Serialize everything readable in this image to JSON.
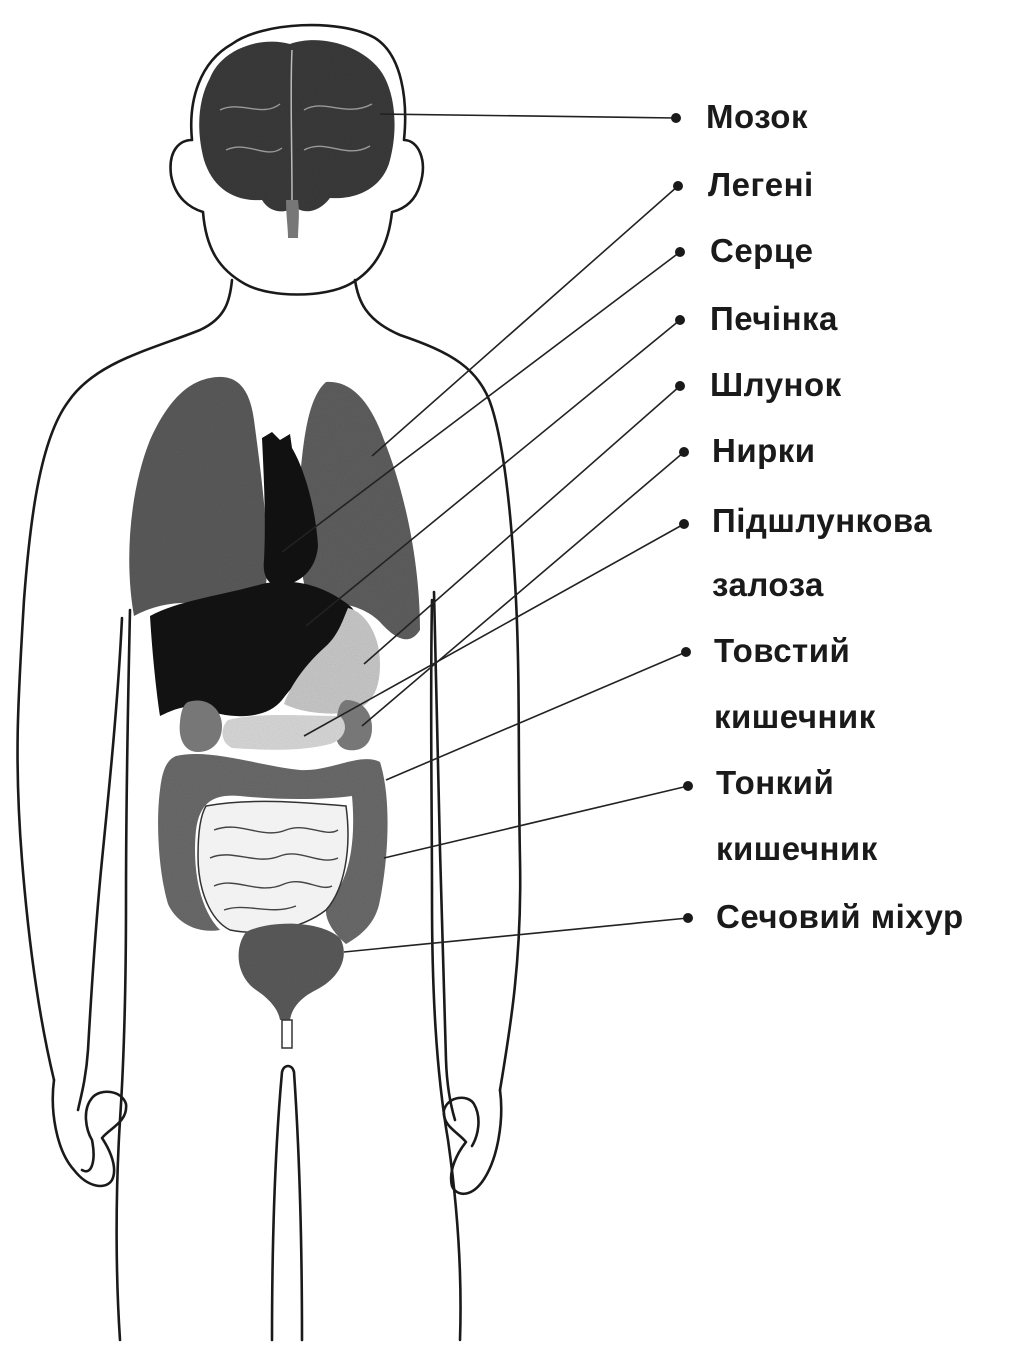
{
  "colors": {
    "outline": "#1a1a1a",
    "brain": "#3a3a3a",
    "lungs": "#555555",
    "heart": "#111111",
    "liver": "#121212",
    "stomach": "#c8c8c8",
    "kidneys": "#777777",
    "large_intestine": "#6a6a6a",
    "small_intestine": "#f2f2f2",
    "bladder": "#5a5a5a"
  },
  "labels": {
    "brain": "Мозок",
    "lungs": "Легені",
    "heart": "Серце",
    "liver": "Печінка",
    "stomach": "Шлунок",
    "kidneys": "Нирки",
    "pancreas_line1": "Підшлункова",
    "pancreas_line2": "залоза",
    "large_intestine_line1": "Товстий",
    "large_intestine_line2": "кишечник",
    "small_intestine_line1": "Тонкий",
    "small_intestine_line2": "кишечник",
    "bladder": "Сечовий міхур"
  }
}
